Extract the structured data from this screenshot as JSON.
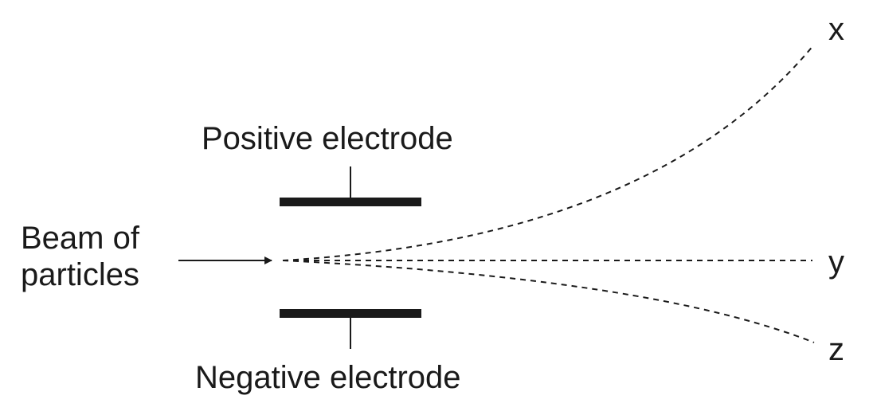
{
  "labels": {
    "positive_electrode": "Positive electrode",
    "negative_electrode": "Negative electrode",
    "beam_line1": "Beam of",
    "beam_line2": "particles",
    "path_x": "x",
    "path_y": "y",
    "path_z": "z"
  },
  "colors": {
    "ink": "#1a1a1a",
    "background": "#ffffff"
  }
}
